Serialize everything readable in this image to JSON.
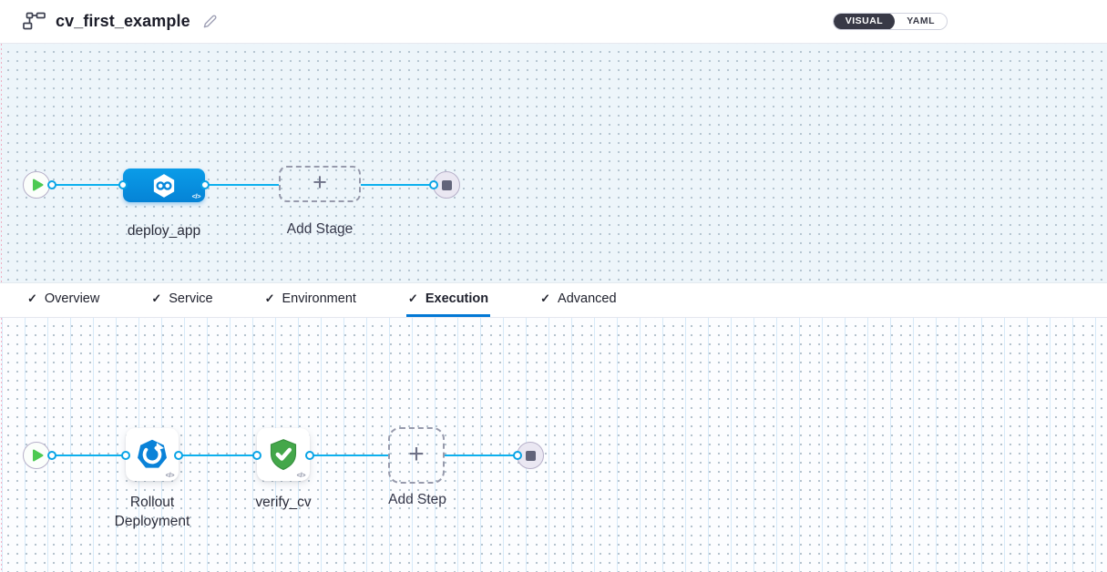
{
  "header": {
    "title": "cv_first_example",
    "view_toggle": {
      "visual": "VISUAL",
      "yaml": "YAML",
      "selected": "VISUAL"
    }
  },
  "glyphs": {
    "check": "✓",
    "plus": "+",
    "code": "</>"
  },
  "colors": {
    "edge_blue": "#0db0ee",
    "stage_node_blue": "#0690e0",
    "active_tab_underline": "#0278d5",
    "play_green": "#4dc952",
    "shield_green": "#44a74a",
    "rollout_blue": "#0a82d8",
    "toggle_dark": "#383946",
    "stage_canvas_bg": "#edf5fa",
    "exec_canvas_bg": "#fcfdff"
  },
  "stage_canvas": {
    "stages": [
      {
        "id": "start",
        "type": "start",
        "icon": "play-icon"
      },
      {
        "id": "deploy_app",
        "type": "stage",
        "label": "deploy_app",
        "icon": "cd-hexagon-infinity-icon"
      },
      {
        "id": "add_stage",
        "type": "add",
        "label": "Add Stage",
        "icon": "plus-icon"
      },
      {
        "id": "end",
        "type": "end",
        "icon": "stop-icon"
      }
    ]
  },
  "tabs": {
    "active": "Execution",
    "items": [
      {
        "label": "Overview",
        "checked": true
      },
      {
        "label": "Service",
        "checked": true
      },
      {
        "label": "Environment",
        "checked": true
      },
      {
        "label": "Execution",
        "checked": true
      },
      {
        "label": "Advanced",
        "checked": true
      }
    ]
  },
  "execution_canvas": {
    "steps": [
      {
        "id": "start",
        "type": "start",
        "icon": "play-icon"
      },
      {
        "id": "rollout_deployment",
        "type": "step",
        "label": "Rollout Deployment",
        "icon": "k8s-rollout-icon"
      },
      {
        "id": "verify_cv",
        "type": "step",
        "label": "verify_cv",
        "icon": "shield-check-icon"
      },
      {
        "id": "add_step",
        "type": "add",
        "label": "Add Step",
        "icon": "plus-icon"
      },
      {
        "id": "end",
        "type": "end",
        "icon": "stop-icon"
      }
    ]
  }
}
